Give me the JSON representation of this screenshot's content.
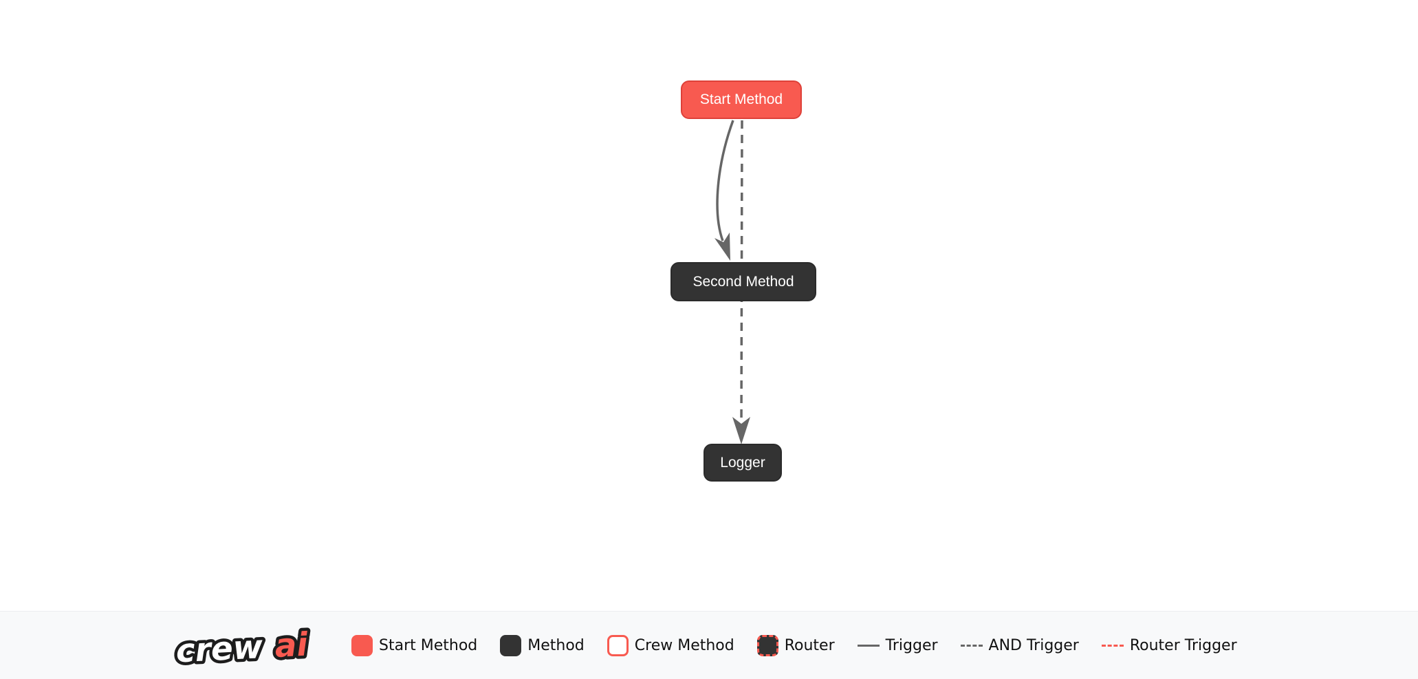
{
  "diagram": {
    "nodes": [
      {
        "label": "Start Method",
        "type": "start-method",
        "fill": "#F85A50",
        "border": "#DE4139",
        "text_color": "#FFFFFF"
      },
      {
        "label": "Second Method",
        "type": "method",
        "fill": "#333333",
        "border": "#2B2B2B",
        "text_color": "#FFFFFF"
      },
      {
        "label": "Logger",
        "type": "method",
        "fill": "#333333",
        "border": "#2B2B2B",
        "text_color": "#FFFFFF"
      }
    ],
    "edges": [
      {
        "from": "Start Method",
        "to": "Second Method",
        "style": "solid-curved",
        "type": "trigger",
        "color": "#666666"
      },
      {
        "from": "Start Method",
        "to": "Logger",
        "style": "dashed-straight",
        "type": "and-trigger",
        "color": "#666666"
      }
    ]
  },
  "legend": {
    "logo": {
      "crew": "crew",
      "ai": "ai"
    },
    "items": [
      {
        "label": "Start Method",
        "swatch": "box-red"
      },
      {
        "label": "Method",
        "swatch": "box-dark"
      },
      {
        "label": "Crew Method",
        "swatch": "box-white-red-outline"
      },
      {
        "label": "Router",
        "swatch": "box-dark-red-dashed"
      },
      {
        "label": "Trigger",
        "swatch": "line-solid-gray"
      },
      {
        "label": "AND Trigger",
        "swatch": "line-dashed-gray"
      },
      {
        "label": "Router Trigger",
        "swatch": "line-dashed-red"
      }
    ]
  },
  "colors": {
    "start_fill": "#F85A50",
    "start_border": "#DE4139",
    "method_fill": "#333333",
    "edge": "#666666",
    "router_edge": "#F85A50",
    "node_text": "#FFFFFF",
    "legend_bg": "#F8F9FA",
    "legend_text": "#111111",
    "canvas_bg": "#FFFFFF"
  }
}
